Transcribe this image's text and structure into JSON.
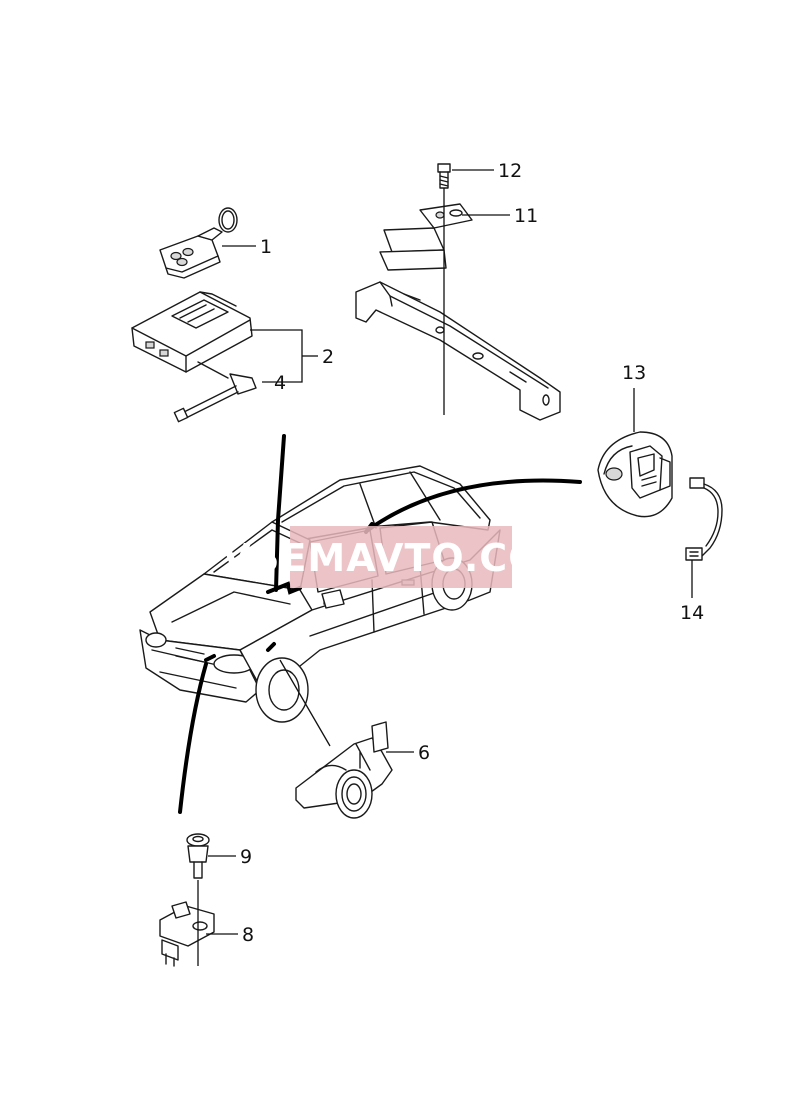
{
  "callouts": {
    "c1": "1",
    "c2": "2",
    "c4": "4",
    "c6": "6",
    "c8": "8",
    "c9": "9",
    "c11": "11",
    "c12": "12",
    "c13": "13",
    "c14": "14"
  },
  "watermark": {
    "text": "VSEMAVTO.COM",
    "color": "#e9b8bd"
  }
}
